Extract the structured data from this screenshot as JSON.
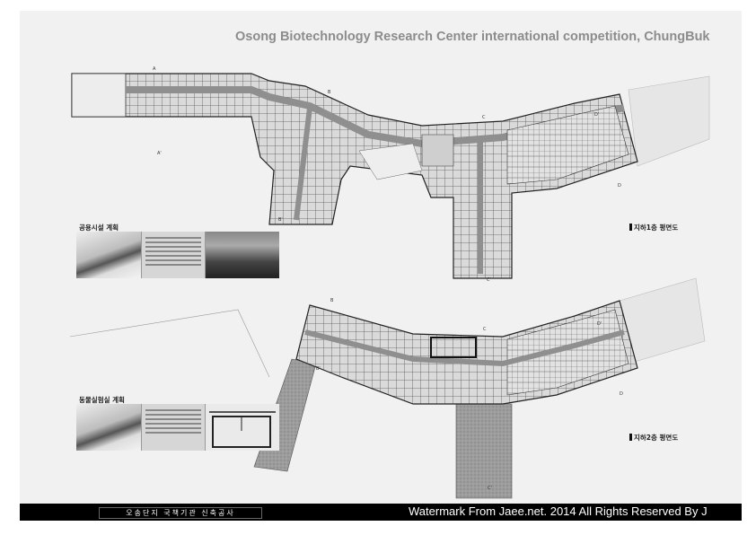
{
  "sheet": {
    "title": "Osong Biotechnology Research Center international competition, ChungBuk"
  },
  "upper_plan": {
    "floor_label": "지하1층 평면도",
    "section_markers": [
      "A",
      "A'",
      "B",
      "B'",
      "C",
      "C'",
      "D",
      "D'"
    ],
    "panel": {
      "heading": "공용시설 계획"
    }
  },
  "lower_plan": {
    "floor_label": "지하2층 평면도",
    "section_markers": [
      "B",
      "B'",
      "C",
      "C'",
      "D",
      "D'"
    ],
    "panel": {
      "heading": "동물실험실 계획"
    }
  },
  "footer": {
    "project_name": "오송단지 국책기관 신축공사",
    "watermark": "Watermark From Jaee.net. 2014 All Rights Reserved By J"
  },
  "colors": {
    "sheet": "#f1f1f1",
    "corridor": "#8f8f8f",
    "room": "#d9d9d9",
    "footer": "#000000",
    "title": "#8c8c8c"
  }
}
